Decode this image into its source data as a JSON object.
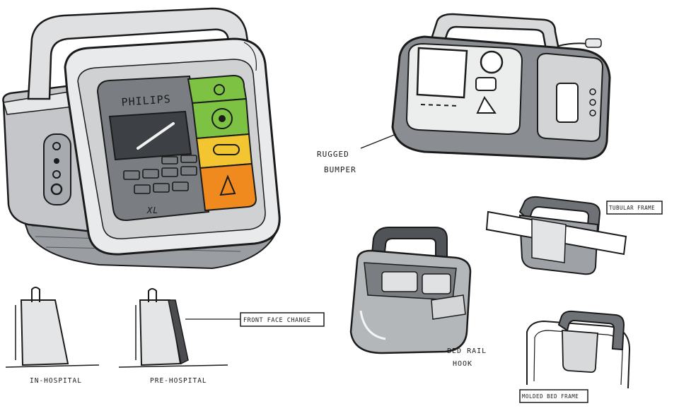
{
  "sketch": {
    "brand": "PHILIPS",
    "model_mark": "XL",
    "labels": {
      "rugged_bumper": [
        "RUGGED",
        "BUMPER"
      ],
      "in_hospital": "IN-HOSPITAL",
      "pre_hospital": "PRE-HOSPITAL",
      "front_face_change": "FRONT FACE CHANGE",
      "bed_rail_hook": [
        "BED RAIL",
        "HOOK"
      ],
      "tubular_frame": "TUBULAR FRAME",
      "molded_bed_frame": "MOLDED BED FRAME"
    },
    "colors": {
      "ink": "#1b1b1b",
      "body_grey": "#c9cbcd",
      "dark_grey": "#6b6e72",
      "button_green": "#7dc242",
      "button_yellow": "#f3c531",
      "button_orange": "#f08a1e",
      "screen": "#3d4044"
    }
  }
}
